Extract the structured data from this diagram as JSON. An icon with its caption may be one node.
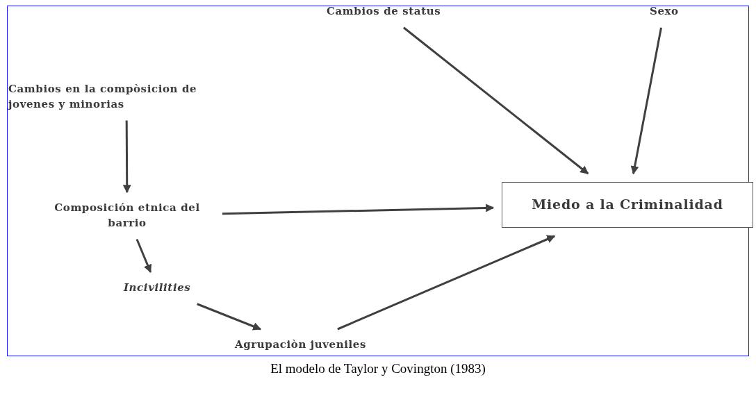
{
  "diagram": {
    "caption": "El modelo de Taylor y Covington (1983)",
    "nodes": [
      {
        "text": [
          "Cambios de status"
        ]
      },
      {
        "text": [
          "Sexo"
        ]
      },
      {
        "text": [
          "Cambios en la compòsicion de jovenes y minorias"
        ]
      },
      {
        "text": [
          "Composición etnica del barrio"
        ]
      },
      {
        "text": [
          "Incivilities"
        ]
      },
      {
        "text": [
          "Agrupaciòn juveniles"
        ]
      },
      {
        "text": [
          "Miedo a la Criminalidad"
        ]
      }
    ],
    "edges": [
      {
        "from": 0,
        "to": 6,
        "arrow": "to"
      },
      {
        "from": 1,
        "to": 6,
        "arrow": "to"
      },
      {
        "from": 2,
        "to": 3,
        "arrow": "to"
      },
      {
        "from": 3,
        "to": 6,
        "arrow": "to"
      },
      {
        "from": 3,
        "to": 4,
        "arrow": "to"
      },
      {
        "from": 4,
        "to": 5,
        "arrow": "to"
      },
      {
        "from": 5,
        "to": 6,
        "arrow": "to"
      }
    ]
  }
}
